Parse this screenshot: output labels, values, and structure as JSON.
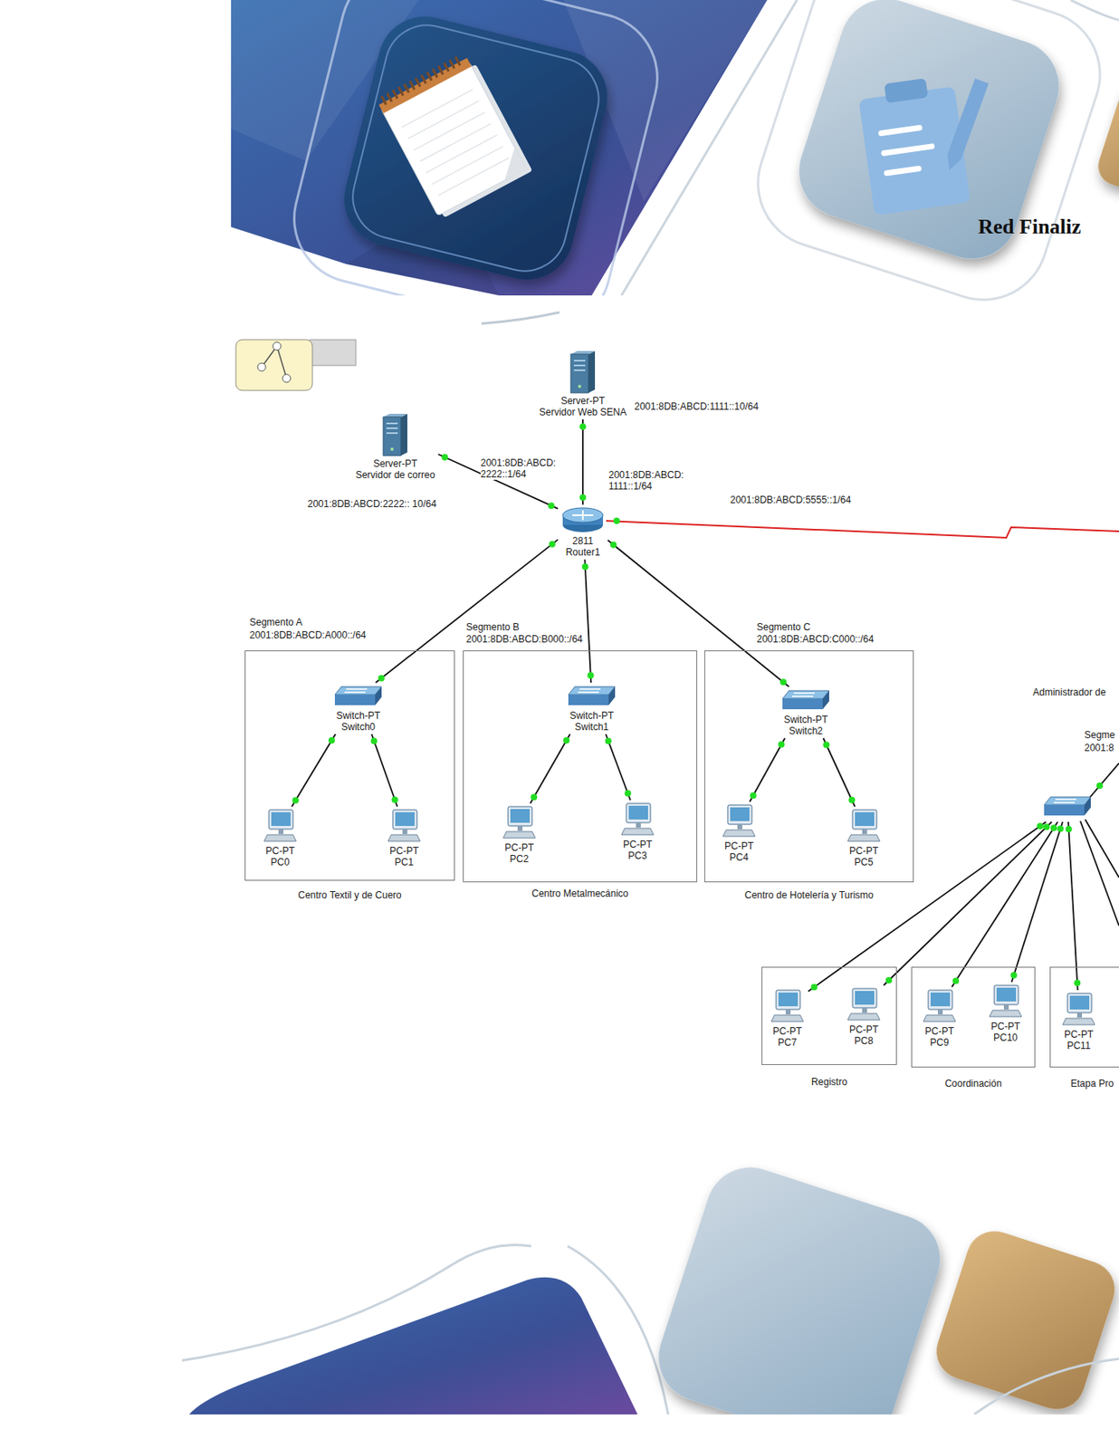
{
  "diagram": {
    "title": "Red Finaliz",
    "nodes": [
      {
        "text": [
          "Server-PT",
          "Servidor de correo"
        ]
      },
      {
        "text": [
          "Server-PT",
          "Servidor Web SENA"
        ]
      },
      {
        "text": [
          "2811",
          "Router1"
        ]
      },
      {
        "text": [
          "Segmento A",
          "2001:8DB:ABCD:A000::/64",
          "Centro Textil y de Cuero"
        ]
      },
      {
        "text": [
          "Switch-PT",
          "Switch0"
        ],
        "in": 3
      },
      {
        "text": [
          "PC-PT",
          "PC0"
        ],
        "in": 3
      },
      {
        "text": [
          "PC-PT",
          "PC1"
        ],
        "in": 3
      },
      {
        "text": [
          "Segmento B",
          "2001:8DB:ABCD:B000::/64",
          "Centro Metalmecánico"
        ]
      },
      {
        "text": [
          "Switch-PT",
          "Switch1"
        ],
        "in": 7
      },
      {
        "text": [
          "PC-PT",
          "PC2"
        ],
        "in": 7
      },
      {
        "text": [
          "PC-PT",
          "PC3"
        ],
        "in": 7
      },
      {
        "text": [
          "Segmento C",
          "2001:8DB:ABCD:C000::/64",
          "Centro de Hotelería y Turismo"
        ]
      },
      {
        "text": [
          "Switch-PT",
          "Switch2"
        ],
        "in": 11
      },
      {
        "text": [
          "PC-PT",
          "PC4"
        ],
        "in": 11
      },
      {
        "text": [
          "PC-PT",
          "PC5"
        ],
        "in": 11
      },
      {
        "text": []
      },
      {
        "text": [
          "Registro"
        ]
      },
      {
        "text": [
          "PC-PT",
          "PC7"
        ],
        "in": 16
      },
      {
        "text": [
          "PC-PT",
          "PC8"
        ],
        "in": 16
      },
      {
        "text": [
          "Coordinación"
        ]
      },
      {
        "text": [
          "PC-PT",
          "PC9"
        ],
        "in": 19
      },
      {
        "text": [
          "PC-PT",
          "PC10"
        ],
        "in": 19
      },
      {
        "text": [
          "Etapa Pro"
        ]
      },
      {
        "text": [
          "PC-PT",
          "PC11"
        ],
        "in": 22
      }
    ],
    "edges": [
      {
        "from": 0,
        "to": 2,
        "arrow": "none",
        "label": "2001:8DB:ABCD: 2222::1/64"
      },
      {
        "from": 1,
        "to": 2,
        "arrow": "none",
        "label": "2001:8DB:ABCD: 1111::1/64"
      },
      {
        "from": 2,
        "to": 4,
        "arrow": "none"
      },
      {
        "from": 2,
        "to": 8,
        "arrow": "none"
      },
      {
        "from": 2,
        "to": 12,
        "arrow": "none"
      },
      {
        "from": 4,
        "to": 5,
        "arrow": "none"
      },
      {
        "from": 4,
        "to": 6,
        "arrow": "none"
      },
      {
        "from": 8,
        "to": 9,
        "arrow": "none"
      },
      {
        "from": 8,
        "to": 10,
        "arrow": "none"
      },
      {
        "from": 12,
        "to": 13,
        "arrow": "none"
      },
      {
        "from": 12,
        "to": 14,
        "arrow": "none"
      },
      {
        "from": 15,
        "to": 17,
        "arrow": "none"
      },
      {
        "from": 15,
        "to": 18,
        "arrow": "none"
      },
      {
        "from": 15,
        "to": 20,
        "arrow": "none"
      },
      {
        "from": 15,
        "to": 21,
        "arrow": "none"
      },
      {
        "from": 15,
        "to": 23,
        "arrow": "none"
      }
    ],
    "labels": [
      "2001:8DB:ABCD:2222:: 10/64",
      "2001:8DB:ABCD:1111::10/64",
      "2001:8DB:ABCD:5555::1/64",
      "Administrador de",
      "Segme",
      "2001:8"
    ]
  }
}
